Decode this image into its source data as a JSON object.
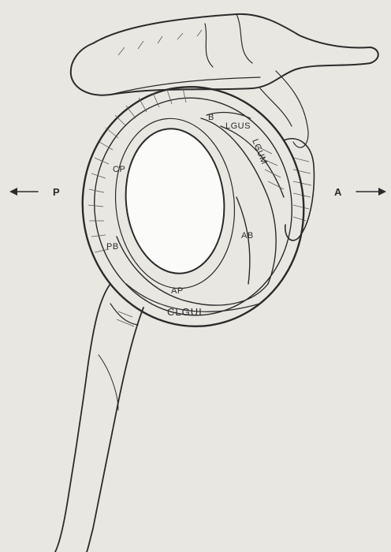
{
  "labels": {
    "posterior": "P",
    "anterior": "A",
    "B": "B",
    "LGUS": "LGUS",
    "CP": "CP",
    "LGUM": "LGUM",
    "PB": "PB",
    "AB": "AB",
    "AP": "AP",
    "CLGUI": "CLGUI"
  },
  "colors": {
    "paper": "#e9e7e2",
    "ink": "#2b2b2b"
  }
}
